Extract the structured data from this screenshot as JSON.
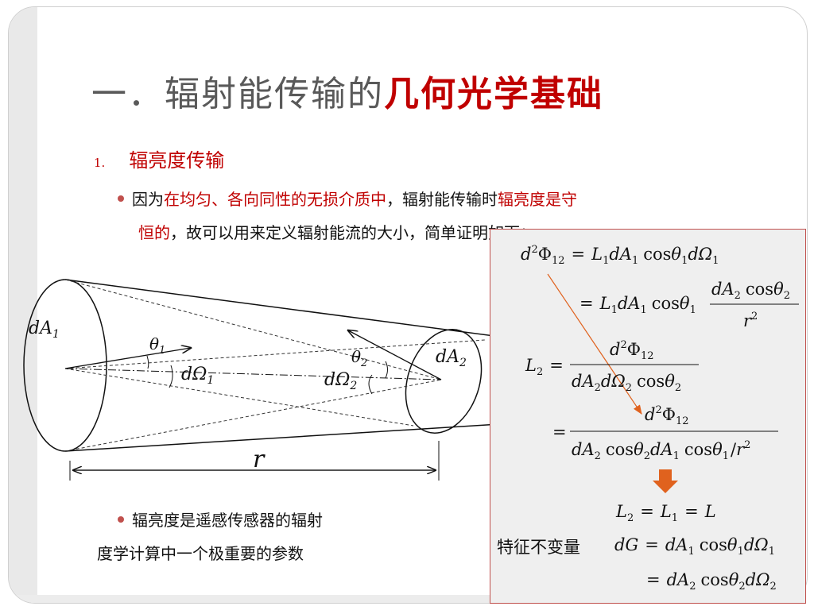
{
  "slide": {
    "title_prefix": "一．辐射能传输的",
    "title_accent": "几何光学基础",
    "section_number": "1.",
    "section_title": "辐亮度传输",
    "bullet1": {
      "text_a": "因为",
      "text_b_red": "在均匀、各向同性的无损介质中",
      "text_c": "，辐射能传输时",
      "text_d_red": "辐亮度是守",
      "line2_red": "恒的",
      "line2_text": "，故可以用来定义辐射能流的大小，简单证明如下："
    },
    "bullet2": {
      "line1": "辐亮度是遥感传感器的辐射",
      "line2": "度学计算中一个极重要的参数"
    },
    "invariant_label": "特征不变量",
    "colors": {
      "accent": "#c00000",
      "bullet": "#c0504d",
      "box_border": "#c0504d",
      "arrow": "#e0621e"
    }
  },
  "diagram": {
    "dA1": "dA",
    "dA1_sub": "1",
    "dA2": "dA",
    "dA2_sub": "2",
    "theta1": "θ",
    "theta1_sub": "1",
    "theta2": "θ",
    "theta2_sub": "2",
    "dOmega1": "dΩ",
    "dOmega1_sub": "1",
    "dOmega2": "dΩ",
    "dOmega2_sub": "2",
    "r": "r"
  },
  "equations": {
    "e1": {
      "d": "d",
      "sup2": "2",
      "Phi": "Φ",
      "sub12": "12",
      "eq": "=",
      "L": "L",
      "s1": "1",
      "dA": "dA",
      "s1b": "1",
      "cos": "cos",
      "theta": "θ",
      "s1c": "1",
      "dOmega": "dΩ",
      "s1d": "1"
    },
    "e2": {
      "eq": "=",
      "L": "L",
      "s1": "1",
      "dA": "dA",
      "s1b": "1",
      "cos": "cos",
      "theta": "θ",
      "s1c": "1",
      "num_dA": "dA",
      "num_s2": "2",
      "num_cos": "cos",
      "num_theta": "θ",
      "num_s2b": "2",
      "den_r": "r",
      "den_sup2": "2"
    },
    "e3": {
      "L": "L",
      "s2": "2",
      "eq": "=",
      "num_d": "d",
      "num_sup2": "2",
      "num_Phi": "Φ",
      "num_s12": "12",
      "den_dA": "dA",
      "den_s2": "2",
      "den_dOmega": "dΩ",
      "den_s2b": "2",
      "den_cos": "cos",
      "den_theta": "θ",
      "den_s2c": "2"
    },
    "e4": {
      "eq": "=",
      "num_d": "d",
      "num_sup2": "2",
      "num_Phi": "Φ",
      "num_s12": "12",
      "den_dA": "dA",
      "den_s2": "2",
      "den_cos": "cos",
      "den_theta": "θ",
      "den_s2b": "2",
      "den_dA1": "dA",
      "den_s1": "1",
      "den_cos2": "cos",
      "den_theta2": "θ",
      "den_s1b": "1",
      "den_slash": "/",
      "den_r": "r",
      "den_rsup": "2"
    },
    "e5": {
      "L2": "L",
      "s2": "2",
      "eq1": "=",
      "L1": "L",
      "s1": "1",
      "eq2": "=",
      "L": "L"
    },
    "e6": {
      "dG": "dG",
      "eq": "=",
      "dA": "dA",
      "s1": "1",
      "cos": "cos",
      "theta": "θ",
      "s1b": "1",
      "dOmega": "dΩ",
      "s1c": "1"
    },
    "e7": {
      "eq": "=",
      "dA": "dA",
      "s2": "2",
      "cos": "cos",
      "theta": "θ",
      "s2b": "2",
      "dOmega": "dΩ",
      "s2c": "2"
    }
  }
}
